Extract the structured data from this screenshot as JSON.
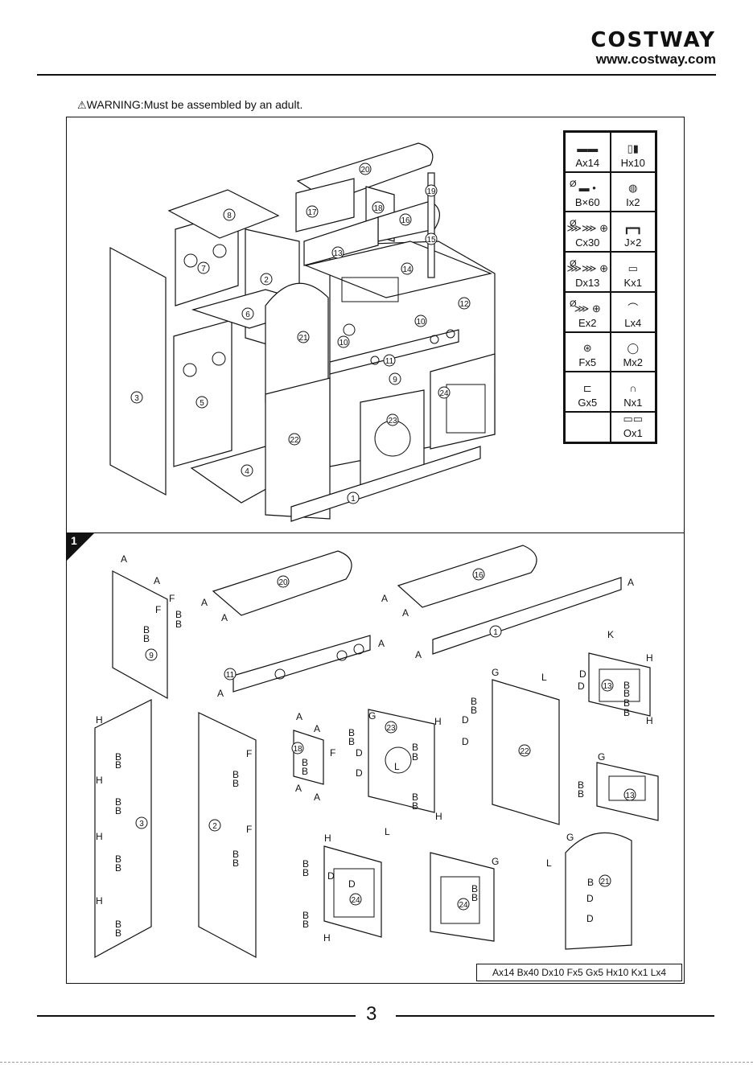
{
  "header": {
    "brand": "COSTWAY",
    "url": "www.costway.com"
  },
  "warning": {
    "icon": "warning-triangle-icon",
    "text": "WARNING:Must be assembled by an adult."
  },
  "parts": [
    {
      "code": "Ax14",
      "icon": "screw-long-icon",
      "dia": ""
    },
    {
      "code": "Hx10",
      "icon": "hinge-icon",
      "dia": ""
    },
    {
      "code": "B×60",
      "icon": "dowel-icon",
      "dia": "Ø"
    },
    {
      "code": "Ix2",
      "icon": "knob-icon",
      "dia": ""
    },
    {
      "code": "Cx30",
      "icon": "screw-icon",
      "dia": "Ø"
    },
    {
      "code": "J×2",
      "icon": "faucet-icon",
      "dia": ""
    },
    {
      "code": "Dx13",
      "icon": "screw-icon",
      "dia": "Ø"
    },
    {
      "code": "Kx1",
      "icon": "tube-icon",
      "dia": ""
    },
    {
      "code": "Ex2",
      "icon": "short-screw-icon",
      "dia": "Ø"
    },
    {
      "code": "Lx4",
      "icon": "handle-icon",
      "dia": ""
    },
    {
      "code": "Fx5",
      "icon": "cam-lock-icon",
      "dia": ""
    },
    {
      "code": "Mx2",
      "icon": "cap-icon",
      "dia": ""
    },
    {
      "code": "Gx5",
      "icon": "bracket-icon",
      "dia": ""
    },
    {
      "code": "Nx1",
      "icon": "hook-icon",
      "dia": ""
    },
    {
      "code": "",
      "icon": "",
      "dia": ""
    },
    {
      "code": "Ox1",
      "icon": "tray-icon",
      "dia": ""
    }
  ],
  "exploded_labels": [
    "20",
    "19",
    "18",
    "17",
    "16",
    "15",
    "8",
    "7",
    "14",
    "13",
    "2",
    "6",
    "12",
    "10",
    "21",
    "10",
    "11",
    "9",
    "3",
    "5",
    "24",
    "23",
    "22",
    "4",
    "1"
  ],
  "step": {
    "number": "1",
    "summary": "Ax14 Bx40 Dx10 Fx5 Gx5 Hx10 Kx1 Lx4",
    "labels": [
      "A",
      "B",
      "D",
      "F",
      "G",
      "H",
      "K",
      "L"
    ]
  },
  "page_number": "3"
}
